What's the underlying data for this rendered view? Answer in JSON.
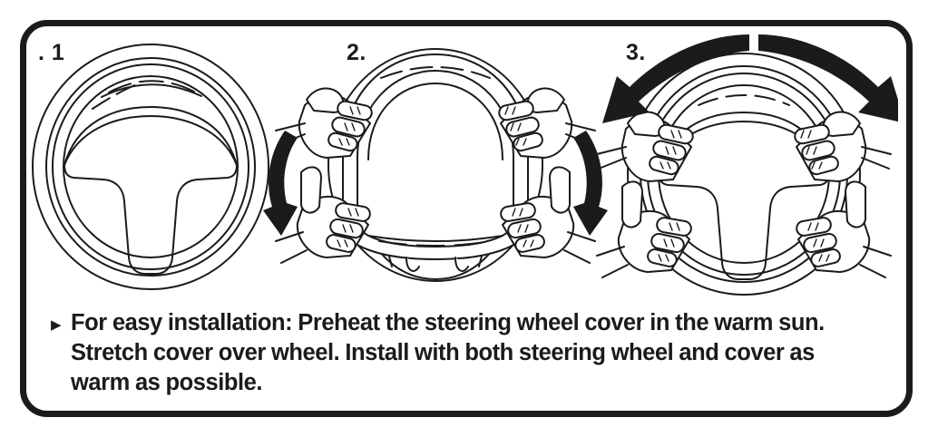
{
  "document": {
    "kind": "steering-wheel-cover-installation-instructions",
    "frame_color": "#1b1b1b",
    "background_color": "#ffffff",
    "line_art_color": "#1b1b1b"
  },
  "steps": [
    {
      "number_label": ". 1",
      "name": "bare-steering-wheel",
      "illustration": "three-spoke steering wheel, front view, line art, no hands",
      "arrows": []
    },
    {
      "number_label": "2.",
      "name": "stretch-cover-over-wheel",
      "illustration": "four hands gripping a cover stretched over the steering wheel rim",
      "arrows": [
        "arrow-down-left",
        "arrow-down-right"
      ]
    },
    {
      "number_label": "3.",
      "name": "press-cover-onto-wheel",
      "illustration": "four hands pressing the fitted cover onto the steering wheel rim",
      "arrows": [
        "curved-arrow-over-top-left",
        "curved-arrow-over-top-right"
      ]
    }
  ],
  "caption": {
    "bullet": "▶",
    "text": "For easy installation: Preheat the steering wheel cover in the warm sun. Stretch cover over wheel. Install with both steering wheel and cover as warm as possible."
  }
}
